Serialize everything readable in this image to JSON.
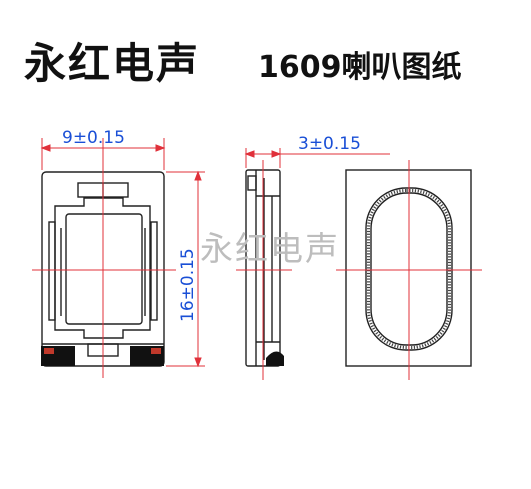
{
  "header": {
    "brand": "永红电声",
    "subtitle": "1609喇叭图纸"
  },
  "dimensions": {
    "width": "9±0.15",
    "thickness": "3±0.15",
    "length": "16±0.15"
  },
  "watermark": "永红电声",
  "colors": {
    "dimension": "#1a4fd6",
    "centerline": "#e0303a",
    "outline": "#222222",
    "watermark": "#bdbdbd"
  }
}
